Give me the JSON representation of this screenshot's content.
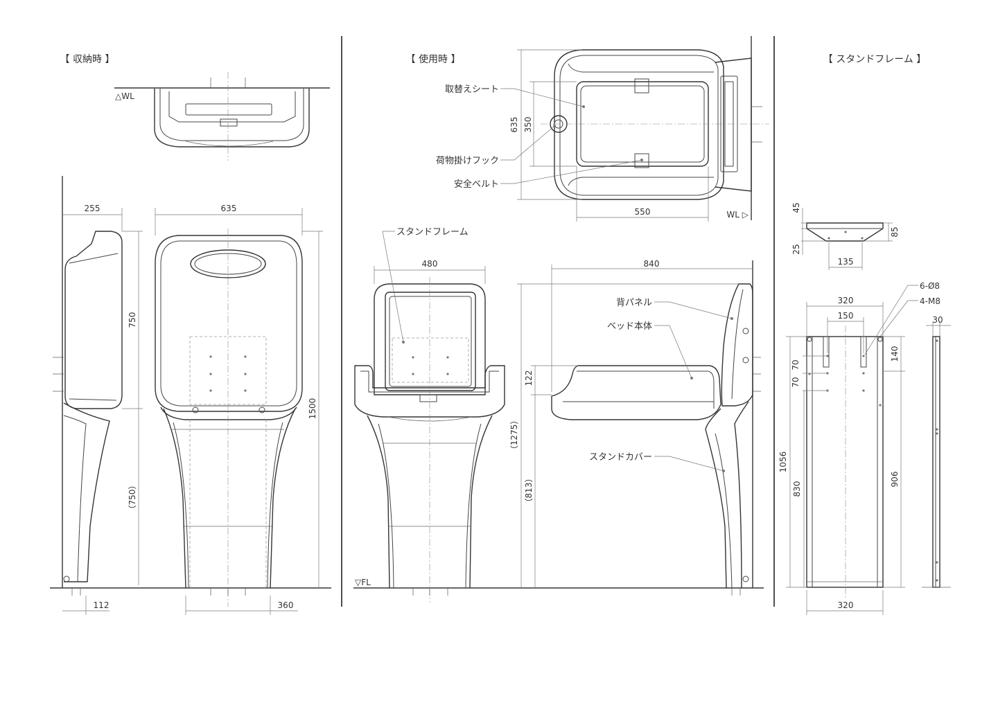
{
  "sections": {
    "stored": "【 収納時 】",
    "in_use": "【 使用時 】",
    "stand_frame": "【 スタンドフレーム 】"
  },
  "levels": {
    "wl_top": "△WL",
    "wl_right": "WL ▷",
    "fl": "▽FL"
  },
  "stored_dims": {
    "side_depth": "255",
    "width": "635",
    "upper_height": "750",
    "lower_height": "（750）",
    "total_height": "1500",
    "foot_depth": "112",
    "base_width": "360"
  },
  "in_use_dims": {
    "plan_depth": "635",
    "plan_inner": "350",
    "plan_width": "550",
    "front_width": "480",
    "side_length": "840",
    "bed_thickness": "122",
    "height_total": "（1275）",
    "bed_height": "（813）"
  },
  "in_use_labels": {
    "sheet": "取替えシート",
    "hook": "荷物掛けフック",
    "belt": "安全ベルト",
    "stand_frame": "スタンドフレーム",
    "back_panel": "背パネル",
    "bed_body": "ベッド本体",
    "stand_cover": "スタンドカバー"
  },
  "frame_dims": {
    "top_h1": "45",
    "top_h2": "25",
    "top_side": "85",
    "top_width": "135",
    "width": "320",
    "hole_pitch": "150",
    "holes_a": "6-Ø8",
    "holes_b": "4-M8",
    "thickness": "30",
    "pitch1": "70",
    "pitch2": "70",
    "slot_len": "140",
    "height_total": "1056",
    "height_lower": "830",
    "height_right": "906",
    "bottom_width": "320"
  }
}
